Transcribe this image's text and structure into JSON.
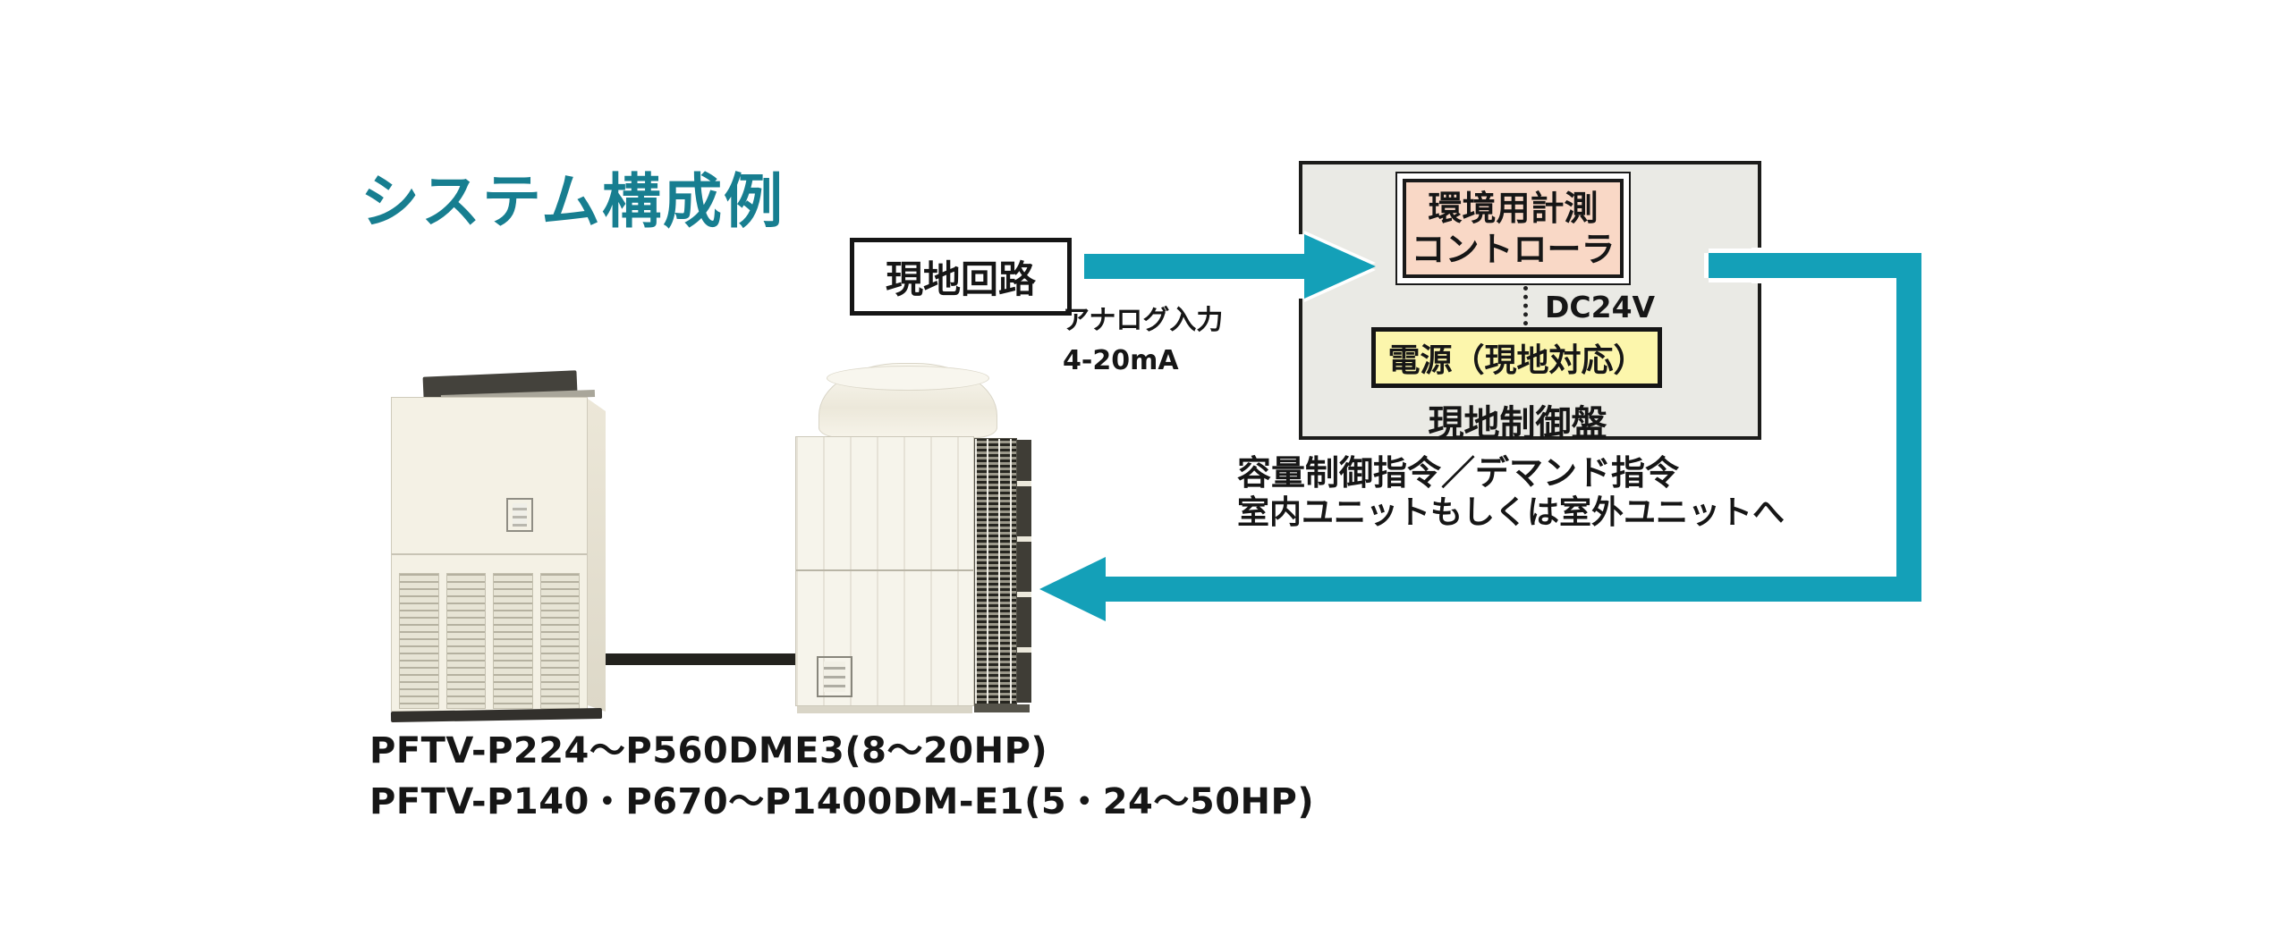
{
  "title": "システム構成例",
  "local_circuit": {
    "label": "現地回路"
  },
  "arrow_note": {
    "line1": "アナログ入力",
    "line2": "4-20mA"
  },
  "control_panel": {
    "controller": {
      "line1": "環境用計測",
      "line2": "コントローラ"
    },
    "dc_label": "DC24V",
    "power_label": "電源（現地対応）",
    "name_label": "現地制御盤"
  },
  "command_note": {
    "line1": "容量制御指令／デマンド指令",
    "line2": "室内ユニットもしくは室外ユニットへ"
  },
  "model_lines": {
    "line1": "PFTV-P224～P560DME3(8～20HP)",
    "line2": "PFTV-P140・P670～P1400DM-E1(5・24～50HP)"
  },
  "colors": {
    "arrow_teal": "#14a0b8",
    "title_teal": "#177e90",
    "panel_bg": "#eaeae5",
    "controller_pink": "#f9d8c6",
    "power_yellow": "#fcf6ac"
  }
}
